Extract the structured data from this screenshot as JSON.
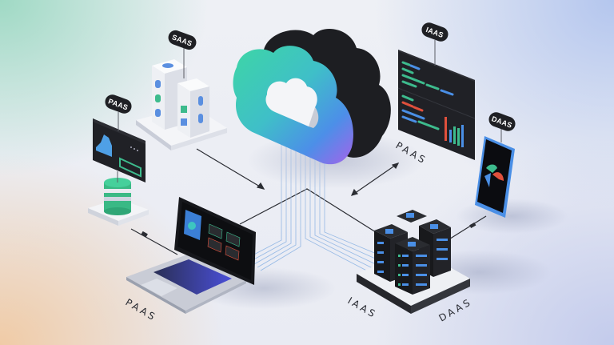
{
  "illustration": {
    "subject": "Cloud computing service models (isometric)",
    "palette": {
      "background_top_left": "#9fd9c4",
      "background_bottom_left": "#f0cba6",
      "background_top_right": "#b4c6ee",
      "background_center": "#eceef4",
      "cloud_gradient_start": "#3ecfa2",
      "cloud_gradient_mid": "#4aa6e8",
      "cloud_gradient_end": "#a066e8",
      "device_dark": "#1c1d21",
      "accent_green": "#35c48e",
      "accent_blue": "#4a8fe6",
      "accent_red": "#e0503c"
    }
  },
  "tags": {
    "saas": "SAAS",
    "paas_left": "PAAS",
    "iaas_top_right": "IAAS",
    "daas_right": "DAAS"
  },
  "floor_labels": {
    "paas_right": "PAAS",
    "paas_bottom_left": "PAAS",
    "iaas_bottom": "IAAS",
    "daas_bottom": "DAAS"
  },
  "nodes": [
    {
      "id": "cloud",
      "icon": "cloud-icon"
    },
    {
      "id": "saas-buildings",
      "icon": "building-icon"
    },
    {
      "id": "paas-panel",
      "icon": "dashboard-panel-icon"
    },
    {
      "id": "database",
      "icon": "database-icon"
    },
    {
      "id": "laptop",
      "icon": "laptop-icon"
    },
    {
      "id": "code-dashboard",
      "icon": "code-dashboard-icon"
    },
    {
      "id": "smartphone",
      "icon": "smartphone-icon"
    },
    {
      "id": "server-cluster",
      "icon": "server-rack-icon"
    }
  ]
}
